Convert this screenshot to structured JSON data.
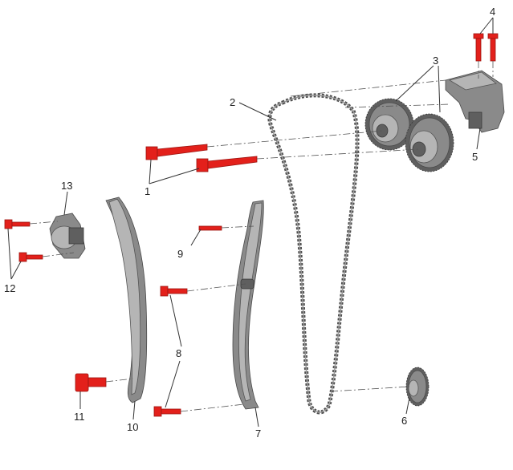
{
  "diagram": {
    "callouts": [
      {
        "id": "1",
        "label": "1"
      },
      {
        "id": "2",
        "label": "2"
      },
      {
        "id": "3",
        "label": "3"
      },
      {
        "id": "4",
        "label": "4"
      },
      {
        "id": "5",
        "label": "5"
      },
      {
        "id": "6",
        "label": "6"
      },
      {
        "id": "7",
        "label": "7"
      },
      {
        "id": "8",
        "label": "8"
      },
      {
        "id": "9",
        "label": "9"
      },
      {
        "id": "10",
        "label": "10"
      },
      {
        "id": "11",
        "label": "11"
      },
      {
        "id": "12",
        "label": "12"
      },
      {
        "id": "13",
        "label": "13"
      }
    ],
    "colors": {
      "fastener": "#e3201b",
      "component": "#8a8a8a",
      "line": "#333333"
    }
  }
}
